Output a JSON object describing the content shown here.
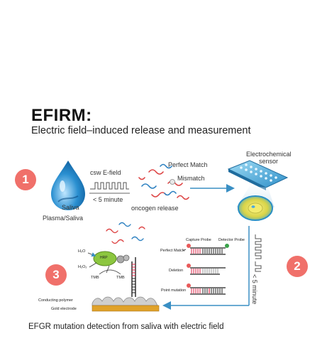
{
  "title": "EFIRM:",
  "subtitle": "Electric field–induced release and measurement",
  "caption": "EFGR mutation detection from saliva with electric field",
  "step_badges": [
    "1",
    "2",
    "3"
  ],
  "stage1": {
    "sample_label": "Saliva",
    "sample_sublabel": "Plasma/Saliva",
    "field_label": "csw E-field",
    "time_label": "< 5 minute",
    "release_label": "oncogen release",
    "perfect_match_label": "Perfect Match",
    "mismatch_label": "Mismatch"
  },
  "sensor": {
    "label_line1": "Electrochemical",
    "label_line2": "sensor"
  },
  "stage2": {
    "capture_probe_label": "Capture Probe",
    "detector_probe_label": "Detector Probe",
    "rows": [
      "Perfect Match",
      "Deletion",
      "Point mutation"
    ],
    "time_label": "< 5 minute"
  },
  "stage3": {
    "h2o_label": "H₂O",
    "h2o2_label": "H₂O₂",
    "hrp_label": "HRP",
    "tmb_red_label": "TMB",
    "tmb_ox_label": "TMB",
    "polymer_label": "Conducting polymer",
    "electrode_label": "Gold electrode"
  },
  "colors": {
    "badge": "#f0706a",
    "arrow": "#3a8fc4",
    "drop": "#2a8fd0",
    "sensor_blue": "#3da7dd",
    "electrode_gold": "#e0a22a",
    "hrp_green": "#8cc63f"
  }
}
